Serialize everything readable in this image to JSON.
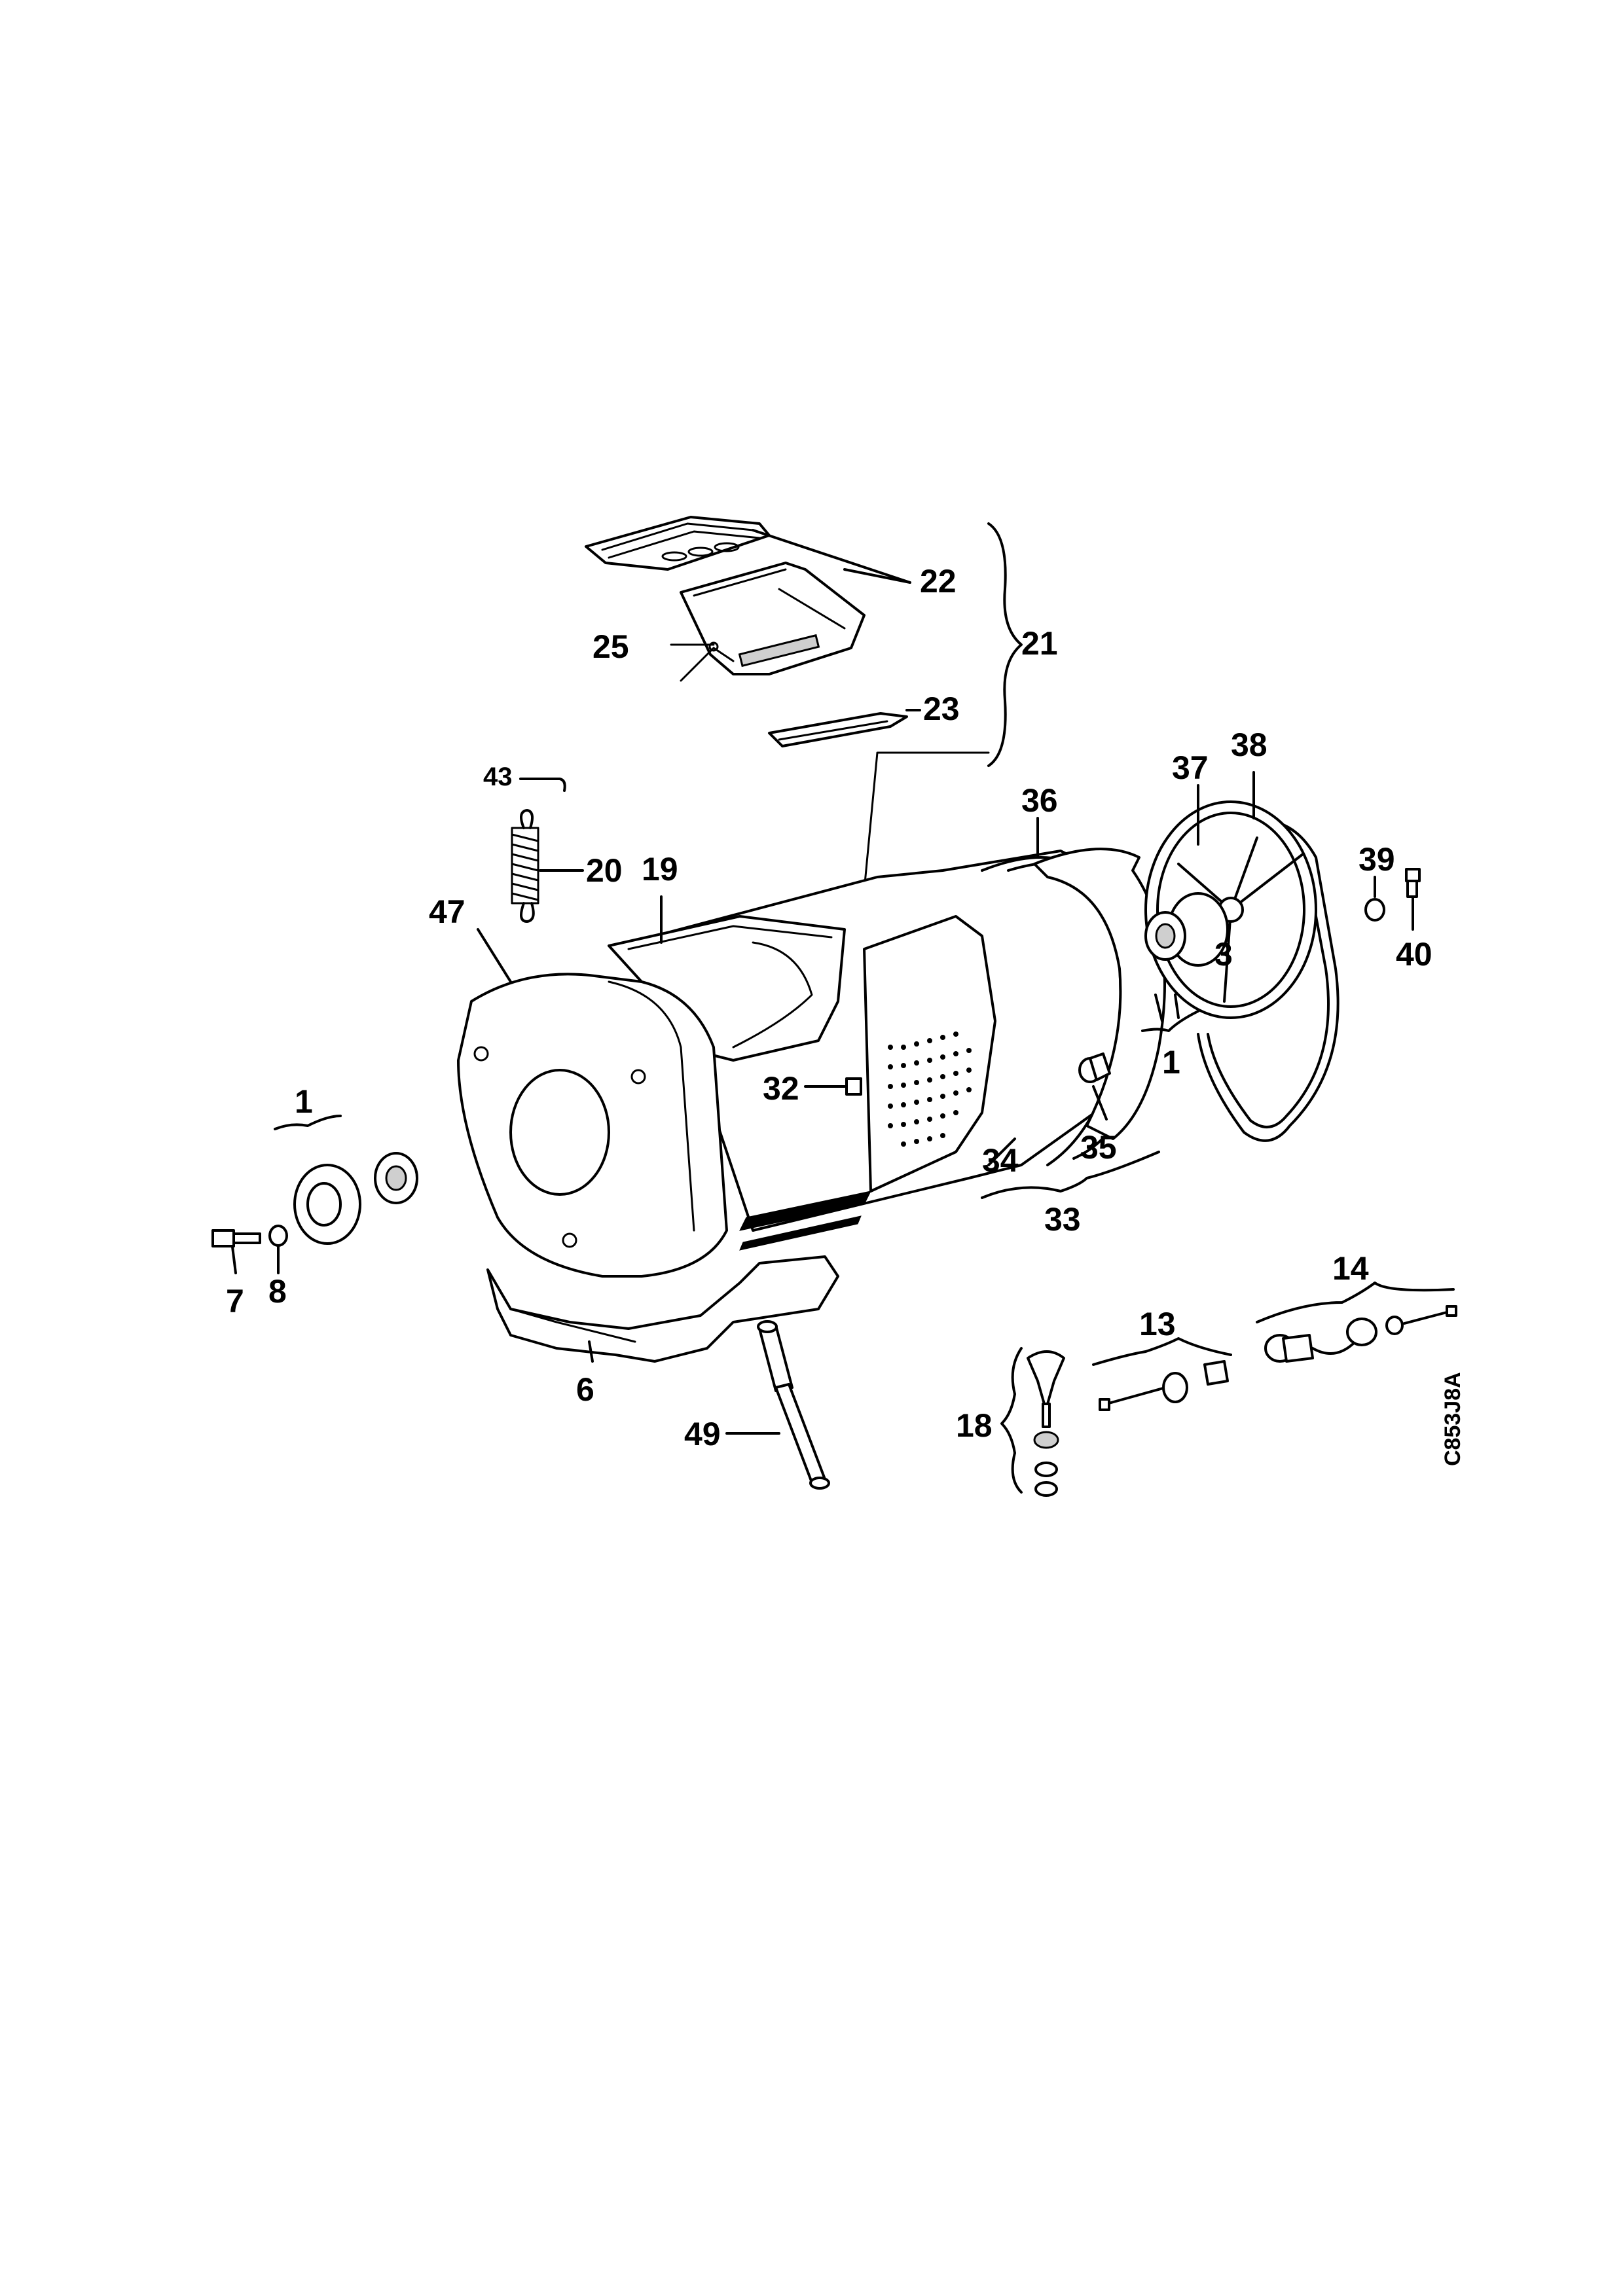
{
  "labels": {
    "l1a": "1",
    "l1b": "1",
    "l3": "3",
    "l6": "6",
    "l7": "7",
    "l8": "8",
    "l13": "13",
    "l14": "14",
    "l18": "18",
    "l19": "19",
    "l20": "20",
    "l21": "21",
    "l22": "22",
    "l23": "23",
    "l25": "25",
    "l32": "32",
    "l33": "33",
    "l34": "34",
    "l35": "35",
    "l36": "36",
    "l37": "37",
    "l38": "38",
    "l39": "39",
    "l40": "40",
    "l43": "43",
    "l47": "47",
    "l49": "49"
  },
  "drawing_code": "C853J8A",
  "colors": {
    "ink": "#000000",
    "paper": "#ffffff"
  }
}
